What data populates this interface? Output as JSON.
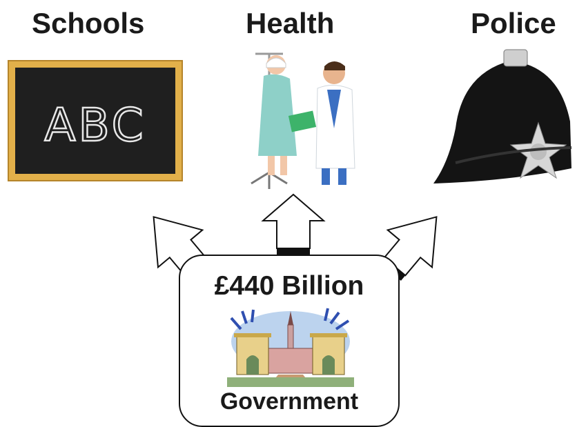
{
  "headings": {
    "schools": "Schools",
    "health": "Health",
    "police": "Police"
  },
  "chalkboard": {
    "text": "ABC"
  },
  "government": {
    "amount": "£440 Billion",
    "label": "Government"
  },
  "icons": [
    "chalkboard-icon",
    "doctor-patient-icon",
    "police-helmet-icon",
    "government-building-icon",
    "arrow-up-icon"
  ],
  "colors": {
    "text": "#1a1a1a",
    "board": "#1f1f1f",
    "frame": "#e2b04a",
    "helmet": "#141414",
    "sky": "#bcd3ee"
  }
}
